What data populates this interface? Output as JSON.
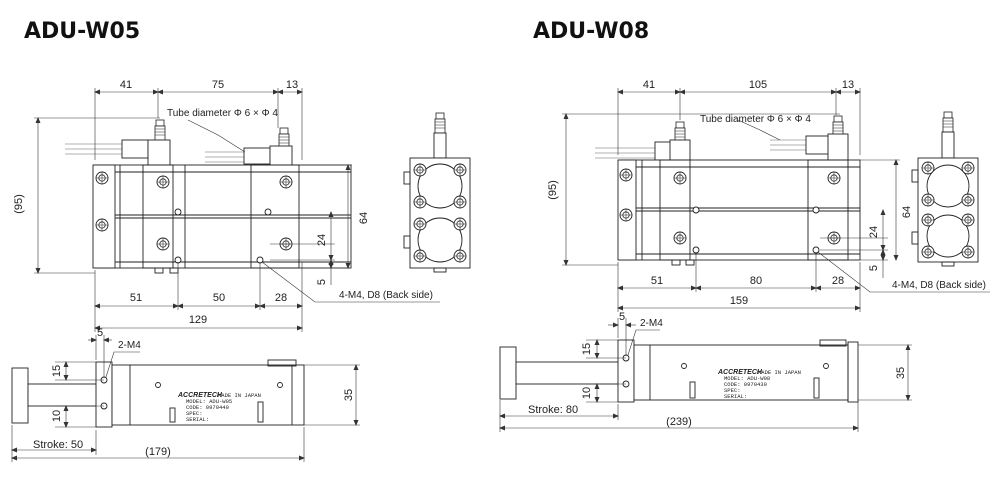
{
  "w05": {
    "title": "ADU-W05",
    "tube_note": "Tube diameter Φ 6 × Φ 4",
    "mount_note": "4-M4, D8 (Back side)",
    "tap_note": "2-M4",
    "stroke_note": "Stroke: 50",
    "plate": {
      "brand": "ACCRETECH",
      "made": "MADE IN JAPAN",
      "model": "MODEL: ADU-W05",
      "code": "CODE: 0970440",
      "spec": "SPEC:",
      "serial": "SERIAL:"
    },
    "dims": {
      "top_a": "41",
      "top_b": "75",
      "top_c": "13",
      "height": "(95)",
      "h64": "64",
      "h24": "24",
      "h5": "5",
      "bot_a": "51",
      "bot_b": "50",
      "bot_c": "28",
      "total": "129",
      "side_5": "5",
      "side_15": "15",
      "side_10": "10",
      "side_35": "35",
      "side_total": "(179)"
    }
  },
  "w08": {
    "title": "ADU-W08",
    "tube_note": "Tube diameter Φ 6 × Φ 4",
    "mount_note": "4-M4, D8 (Back side)",
    "tap_note": "2-M4",
    "stroke_note": "Stroke: 80",
    "plate": {
      "brand": "ACCRETECH",
      "made": "MADE IN JAPAN",
      "model": "MODEL: ADU-W08",
      "code": "CODE: 0970430",
      "spec": "SPEC:",
      "serial": "SERIAL:"
    },
    "dims": {
      "top_a": "41",
      "top_b": "105",
      "top_c": "13",
      "height": "(95)",
      "h64": "64",
      "h24": "24",
      "h5": "5",
      "bot_a": "51",
      "bot_b": "80",
      "bot_c": "28",
      "total": "159",
      "side_5": "5",
      "side_15": "15",
      "side_10": "10",
      "side_35": "35",
      "side_total": "(239)"
    }
  }
}
